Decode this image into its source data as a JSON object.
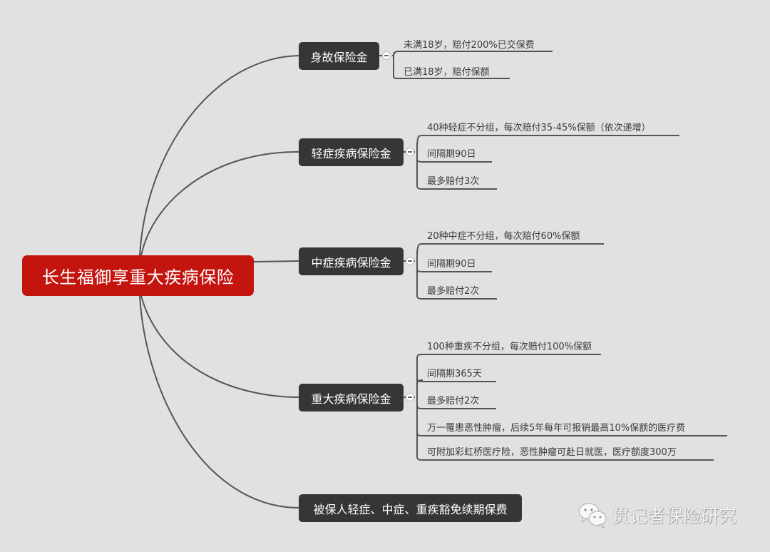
{
  "root": {
    "label": "长生福御享重大疾病保险",
    "color": "#c4140e"
  },
  "branches": [
    {
      "label": "身故保险金",
      "leaves": [
        "未满18岁，赔付200%已交保费",
        "已满18岁，赔付保额"
      ]
    },
    {
      "label": "轻症疾病保险金",
      "leaves": [
        "40种轻症不分组，每次赔付35-45%保额（依次递增）",
        "间隔期90日",
        "最多赔付3次"
      ]
    },
    {
      "label": "中症疾病保险金",
      "leaves": [
        "20种中症不分组，每次赔付60%保额",
        "间隔期90日",
        "最多赔付2次"
      ]
    },
    {
      "label": "重大疾病保险金",
      "leaves": [
        "100种重疾不分组，每次赔付100%保额",
        "间隔期365天",
        "最多赔付2次",
        "万一罹患恶性肿瘤，后续5年每年可报销最高10%保额的医疗费",
        "可附加彩虹桥医疗险，恶性肿瘤可赴日就医，医疗额度300万"
      ]
    },
    {
      "label": "被保人轻症、中症、重疾豁免续期保费",
      "leaves": []
    }
  ],
  "watermark": {
    "icon": "wechat-icon",
    "label": "贯记者保险研究"
  },
  "colors": {
    "background": "#e2e1e1",
    "branch_node": "#373634",
    "line": "#555555"
  }
}
